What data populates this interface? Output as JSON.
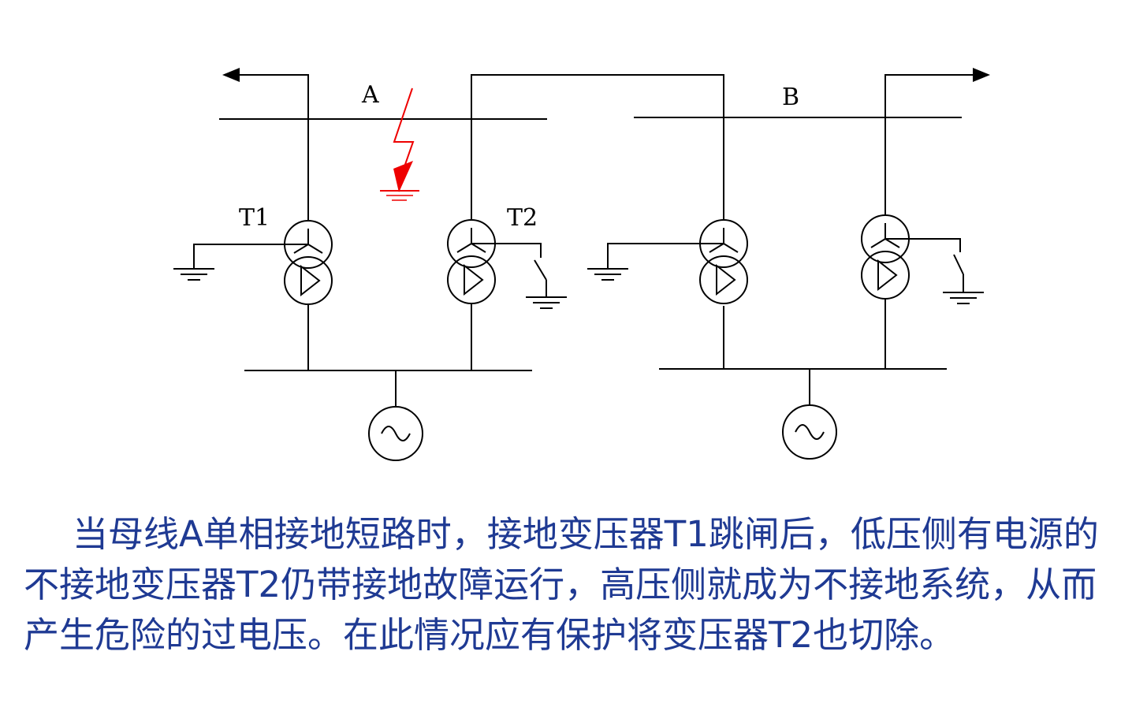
{
  "labels": {
    "bus_a": "A",
    "bus_b": "B",
    "transformer_1": "T1",
    "transformer_2": "T2"
  },
  "colors": {
    "fault": "#EE0000",
    "caption": "#1F3A93",
    "wire": "#000000"
  },
  "caption": "当母线A单相接地短路时，接地变压器T1跳闸后，低压侧有电源的不接地变压器T2仍带接地故障运行，高压侧就成为不接地系统，从而产生危险的过电压。在此情况应有保护将变压器T2也切除。"
}
